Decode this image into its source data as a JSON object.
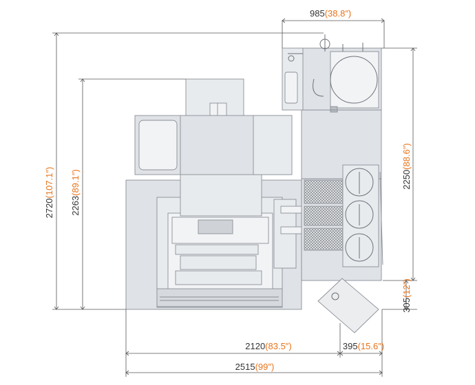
{
  "dimensions": {
    "top_width": {
      "mm": "985",
      "inch": "(38.8″)"
    },
    "total_height": {
      "mm": "2720",
      "inch": "(107.1″)"
    },
    "spindle_height": {
      "mm": "2263",
      "inch": "(89.1″)"
    },
    "cabinet_height": {
      "mm": "2250",
      "inch": "(88.6″)"
    },
    "base_gap": {
      "mm": "305",
      "inch": "(12″)"
    },
    "machine_width": {
      "mm": "2120",
      "inch": "(83.5″)"
    },
    "door_swing": {
      "mm": "395",
      "inch": "(15.6″)"
    },
    "total_width": {
      "mm": "2515",
      "inch": "(99″)"
    }
  },
  "colors": {
    "dimension_text": "#333333",
    "inch_text": "#e8731a",
    "machine_line": "#8a8f96"
  }
}
